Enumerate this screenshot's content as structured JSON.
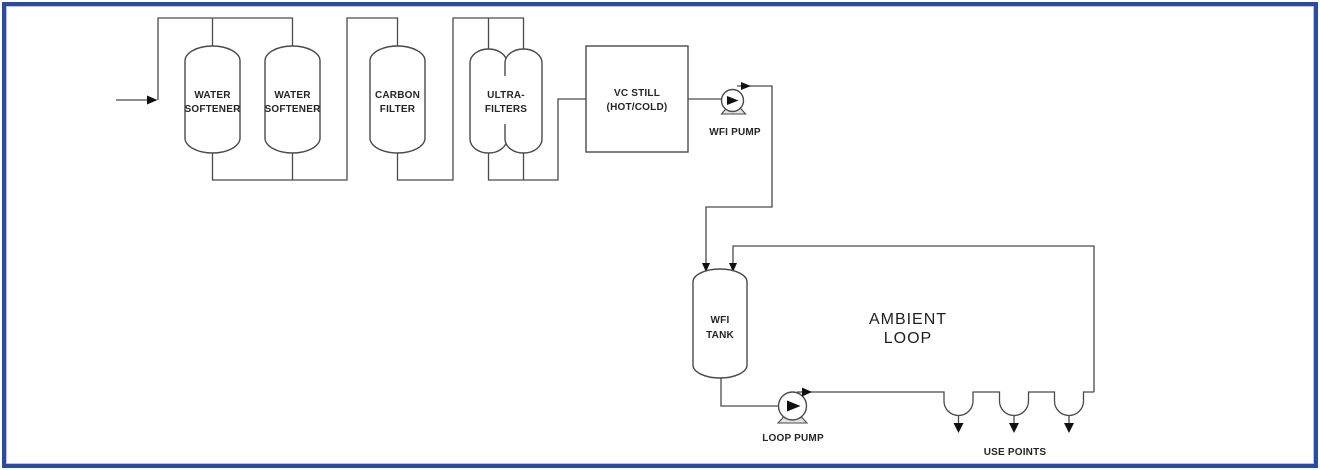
{
  "diagram": {
    "type": "process-flow-diagram",
    "subject": "WFI water purification and distribution system",
    "border_color": "#2b4aa2",
    "line_color": "#4a4a4a",
    "labels": {
      "softener1_line1": "WATER",
      "softener1_line2": "SOFTENER",
      "softener2_line1": "WATER",
      "softener2_line2": "SOFTENER",
      "carbon_line1": "CARBON",
      "carbon_line2": "FILTER",
      "ultra_line1": "ULTRA-",
      "ultra_line2": "FILTERS",
      "vcstill_line1": "VC STILL",
      "vcstill_line2": "(HOT/COLD)",
      "wfi_pump": "WFI PUMP",
      "tank_line1": "WFI",
      "tank_line2": "TANK",
      "ambient_line1": "AMBIENT",
      "ambient_line2": "LOOP",
      "loop_pump": "LOOP PUMP",
      "use_points": "USE POINTS"
    }
  }
}
